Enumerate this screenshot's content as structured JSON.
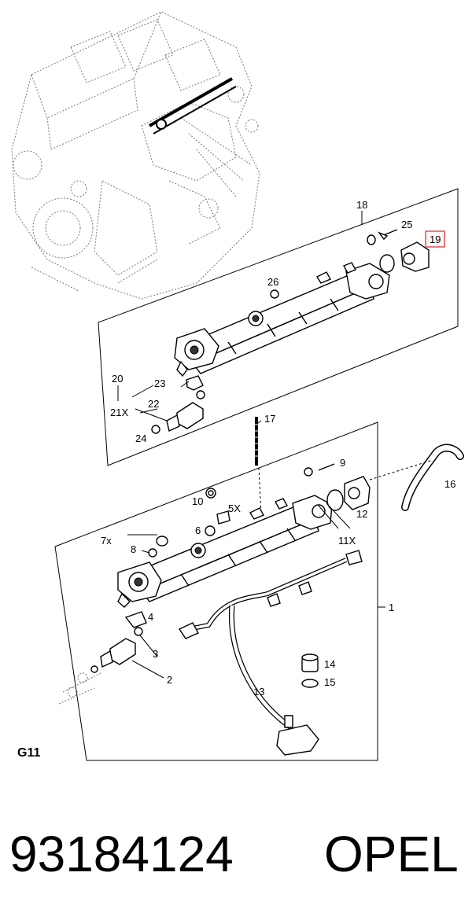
{
  "diagram": {
    "group_label": "G11",
    "highlight_color": "#e05050",
    "callouts": {
      "c18": "18",
      "c25": "25",
      "c19": "19",
      "c26": "26",
      "c20": "20",
      "c23": "23",
      "c21x": "21X",
      "c22": "22",
      "c24": "24",
      "c17": "17",
      "c9": "9",
      "c16": "16",
      "c10": "10",
      "c5x": "5X",
      "c12": "12",
      "c6": "6",
      "c7x": "7x",
      "c8": "8",
      "c11x": "11X",
      "c1": "1",
      "c4": "4",
      "c3": "3",
      "c2": "2",
      "c14": "14",
      "c15": "15",
      "c13": "13"
    }
  },
  "footer": {
    "part_number": "93184124",
    "brand": "OPEL"
  }
}
